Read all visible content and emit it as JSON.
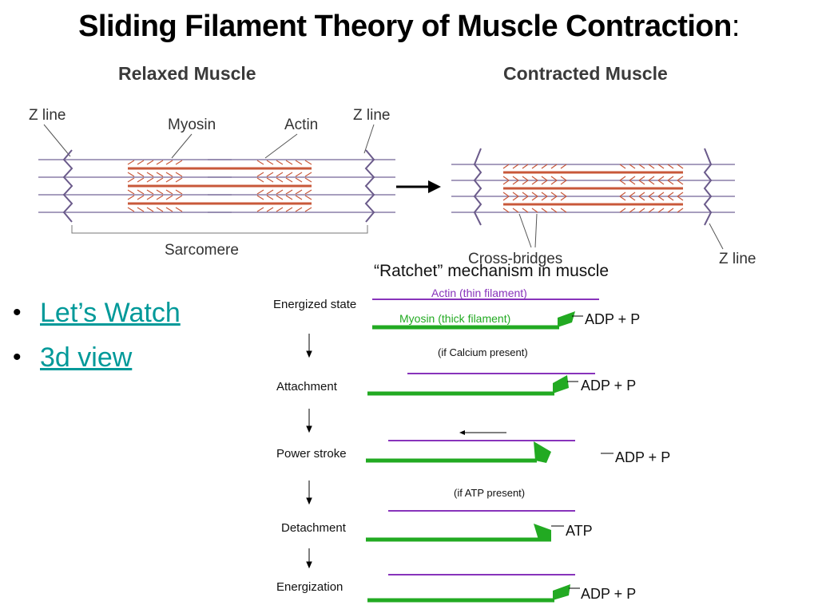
{
  "slide": {
    "title": "Sliding Filament Theory of Muscle Contraction",
    "title_suffix": ":"
  },
  "top_figure": {
    "relaxed_header": "Relaxed   Muscle",
    "contracted_header": "Contracted   Muscle",
    "labels": {
      "z_line_left": "Z line",
      "myosin": "Myosin",
      "actin": "Actin",
      "z_line_right": "Z line",
      "sarcomere": "Sarcomere",
      "cross_bridges": "Cross-bridges",
      "z_line_contracted": "Z line"
    }
  },
  "bullets": [
    {
      "label": "Let’s Watch"
    },
    {
      "label": "3d view"
    }
  ],
  "ratchet": {
    "title": "“Ratchet” mechanism in muscle",
    "actin_label": "Actin (thin filament)",
    "myosin_label": "Myosin (thick filament)",
    "stages": [
      {
        "name": "Energized state",
        "product": "ADP + P"
      },
      {
        "name": "Attachment",
        "product": "ADP + P"
      },
      {
        "name": "Power stroke",
        "product": "ADP + P"
      },
      {
        "name": "Detachment",
        "product": "ATP"
      },
      {
        "name": "Energization",
        "product": "ADP + P"
      }
    ],
    "conditions": [
      "(if Calcium present)",
      "(if ATP present)"
    ],
    "colors": {
      "actin": "#8833bb",
      "myosin": "#22aa22",
      "muscle": "#c8583a",
      "zline": "#6a5a8a"
    }
  }
}
